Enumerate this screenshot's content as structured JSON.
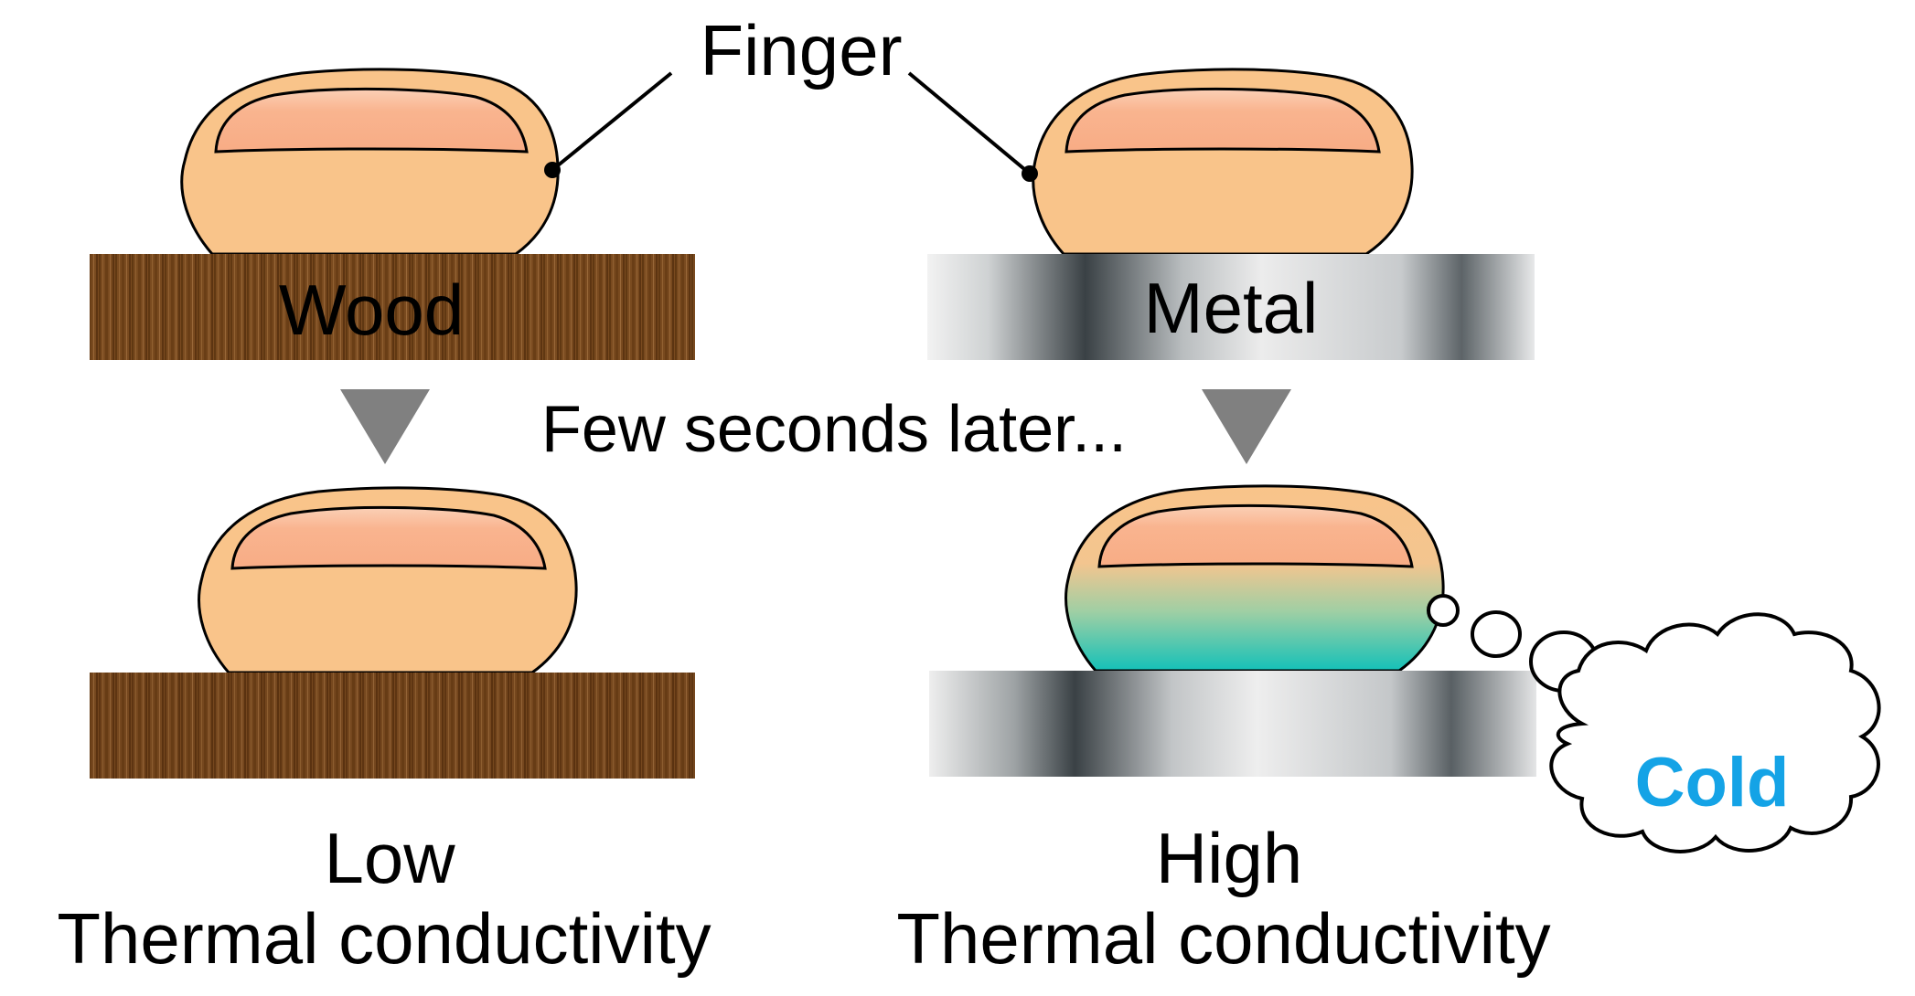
{
  "labels": {
    "finger": "Finger",
    "wood": "Wood",
    "metal": "Metal",
    "transition": "Few seconds later...",
    "low": "Low",
    "high": "High",
    "thermal_left": "Thermal conductivity",
    "thermal_right": "Thermal conductivity",
    "cold": "Cold"
  },
  "colors": {
    "finger_skin": "#f9c48a",
    "nail": "#f9b38f",
    "wood": "#7a4a1f",
    "metal_light": "#eeeeee",
    "metal_dark": "#3c4347",
    "cold_tint": "#1bc3b8",
    "cold_text": "#14a3e6",
    "arrow": "#808080"
  },
  "icons": {
    "transition_arrows": "down-triangle-icon",
    "thought_cloud": "thought-bubble-icon"
  }
}
